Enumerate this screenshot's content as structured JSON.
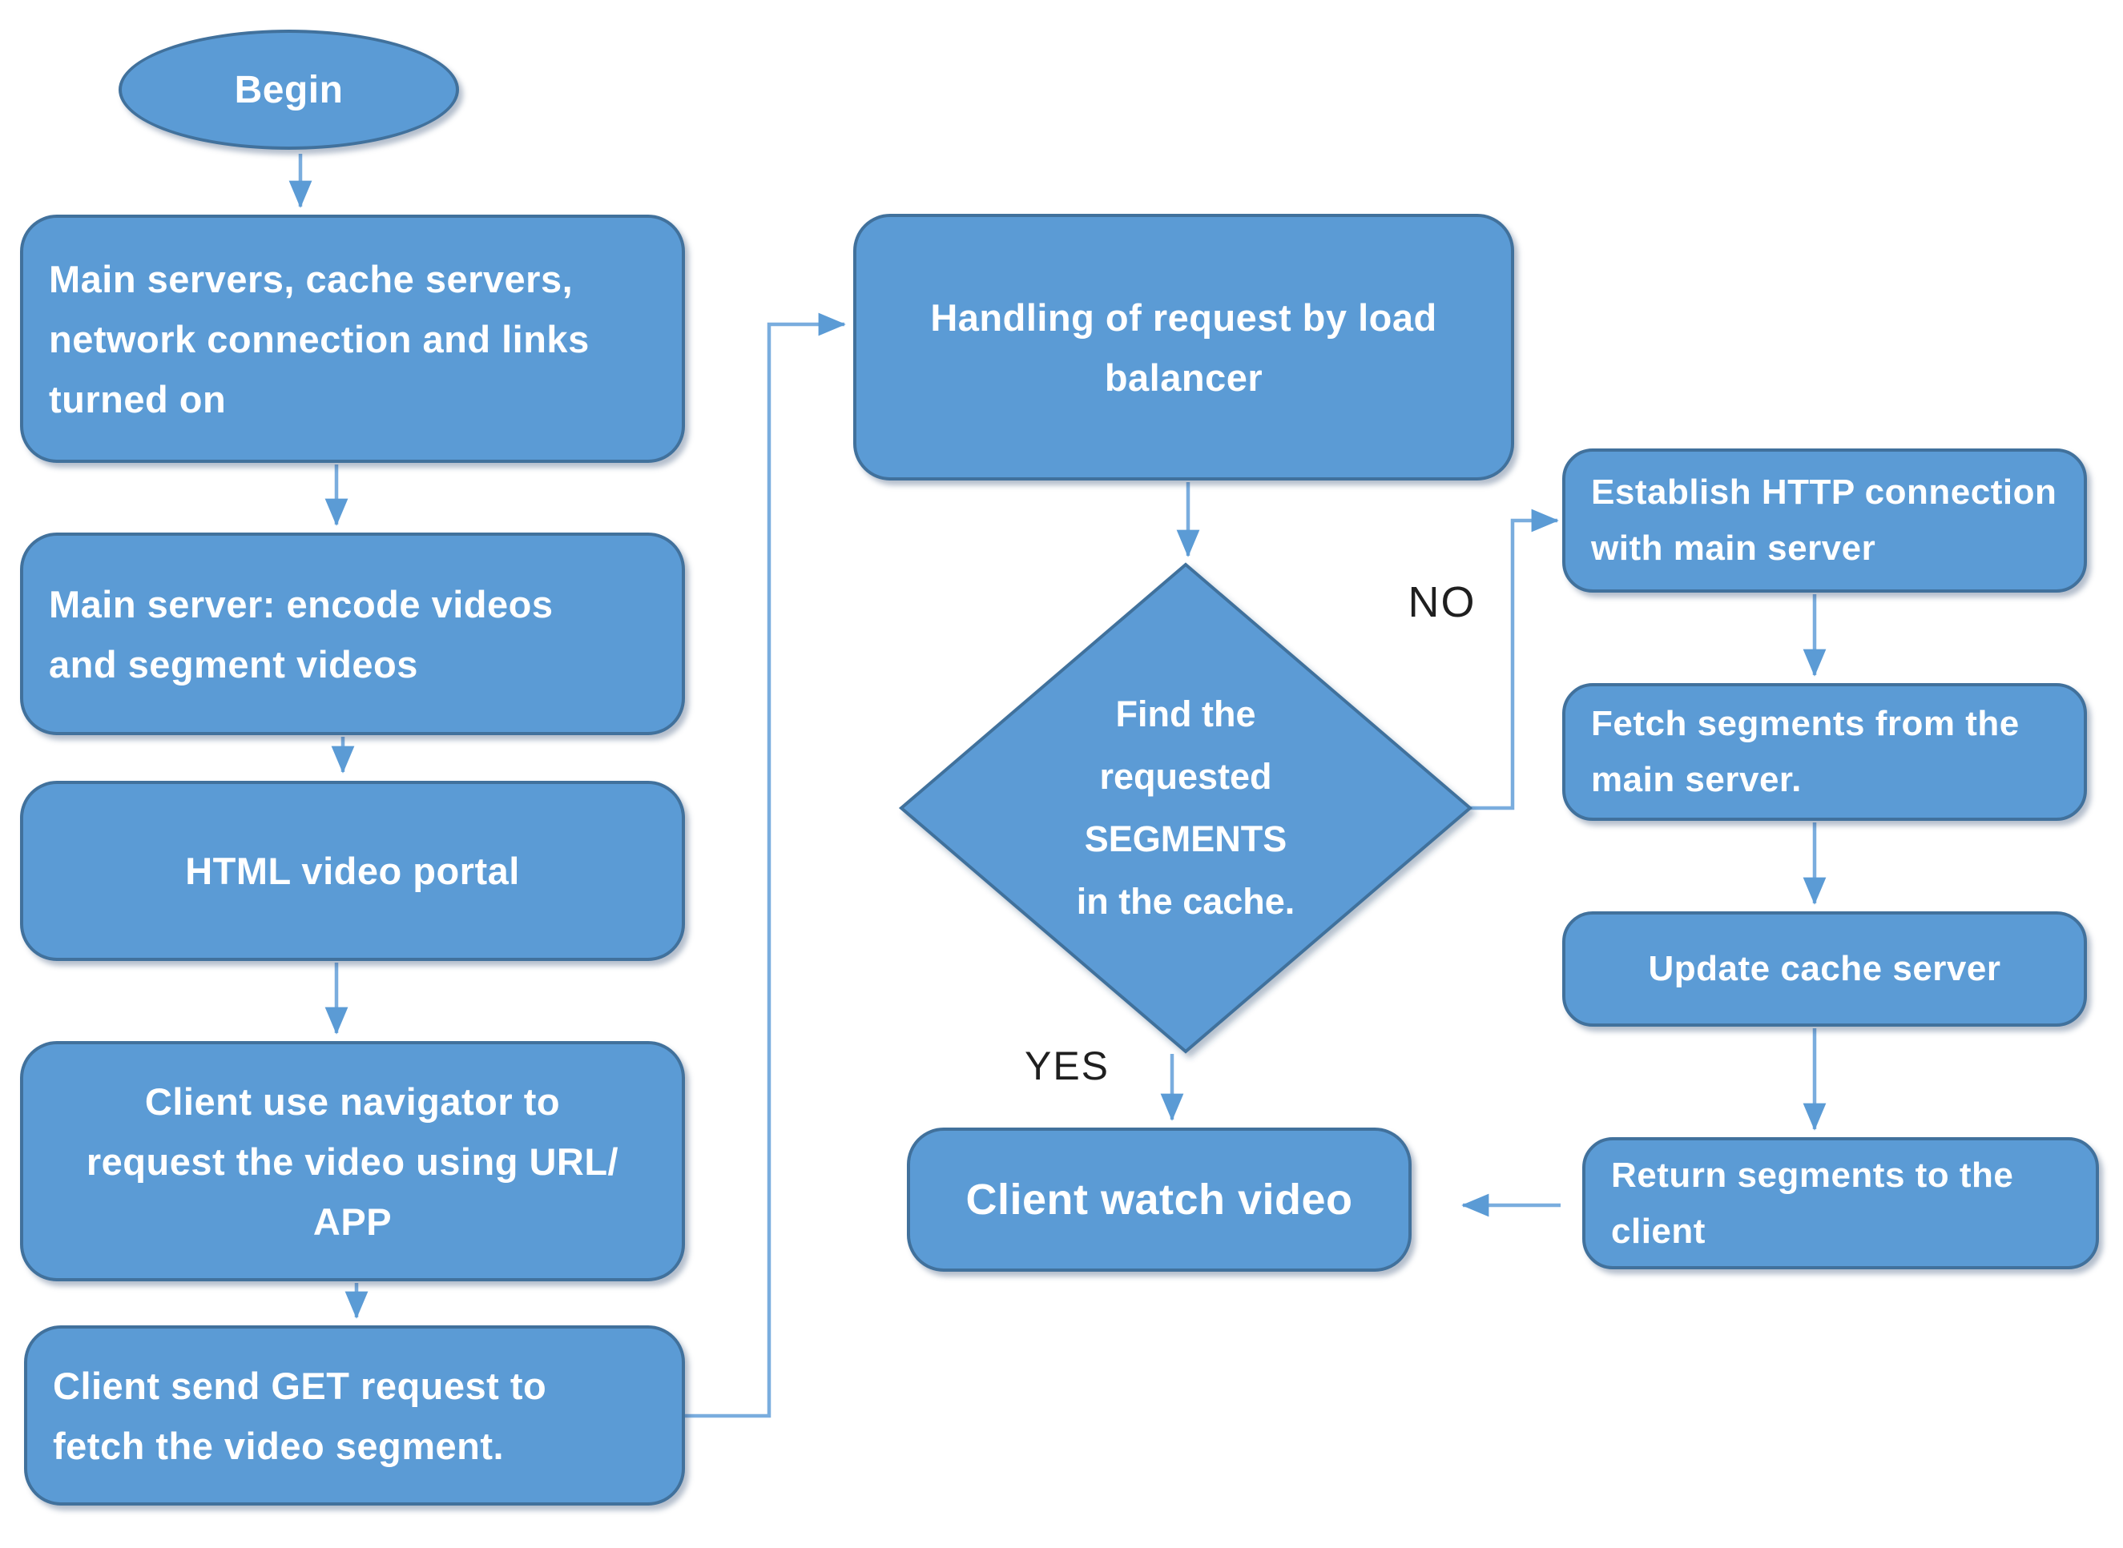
{
  "diagram": {
    "type": "flowchart",
    "nodes": {
      "begin": {
        "shape": "ellipse",
        "label": "Begin"
      },
      "servers_on": {
        "shape": "rounded-rect",
        "label": "Main servers, cache servers,\nnetwork connection and links\nturned on"
      },
      "encode": {
        "shape": "rounded-rect",
        "label": "Main server: encode videos\nand segment videos"
      },
      "portal": {
        "shape": "rounded-rect",
        "label": "HTML video portal"
      },
      "navigator": {
        "shape": "rounded-rect",
        "label": "Client use navigator to\nrequest the video using URL/\nAPP"
      },
      "get_request": {
        "shape": "rounded-rect",
        "label": "Client send GET request to\nfetch the video segment."
      },
      "load_balancer": {
        "shape": "rounded-rect",
        "label": "Handling of request by load\nbalancer"
      },
      "find_segments": {
        "shape": "diamond",
        "label": "Find the\nrequested\nSEGMENTS\nin the cache."
      },
      "watch_video": {
        "shape": "rounded-rect",
        "label": "Client watch video"
      },
      "establish_http": {
        "shape": "rounded-rect",
        "label": "Establish HTTP connection\nwith main server"
      },
      "fetch_segments": {
        "shape": "rounded-rect",
        "label": "Fetch segments from the\nmain server."
      },
      "update_cache": {
        "shape": "rounded-rect",
        "label": "Update cache server"
      },
      "return_segments": {
        "shape": "rounded-rect",
        "label": "Return segments to the\nclient"
      }
    },
    "edge_labels": {
      "yes": "YES",
      "no": "NO"
    },
    "edges": [
      {
        "from": "begin",
        "to": "servers_on"
      },
      {
        "from": "servers_on",
        "to": "encode"
      },
      {
        "from": "encode",
        "to": "portal"
      },
      {
        "from": "portal",
        "to": "navigator"
      },
      {
        "from": "navigator",
        "to": "get_request"
      },
      {
        "from": "get_request",
        "to": "load_balancer"
      },
      {
        "from": "load_balancer",
        "to": "find_segments"
      },
      {
        "from": "find_segments",
        "to": "watch_video",
        "label": "YES"
      },
      {
        "from": "find_segments",
        "to": "establish_http",
        "label": "NO"
      },
      {
        "from": "establish_http",
        "to": "fetch_segments"
      },
      {
        "from": "fetch_segments",
        "to": "update_cache"
      },
      {
        "from": "update_cache",
        "to": "return_segments"
      },
      {
        "from": "return_segments",
        "to": "watch_video"
      }
    ],
    "colors": {
      "node_fill": "#5b9bd5",
      "node_border": "#41719c",
      "connector": "#7aadde",
      "arrowhead": "#5b9bd5",
      "node_text": "#ffffff",
      "edge_label_text": "#1f1f1f",
      "background": "#ffffff"
    }
  }
}
